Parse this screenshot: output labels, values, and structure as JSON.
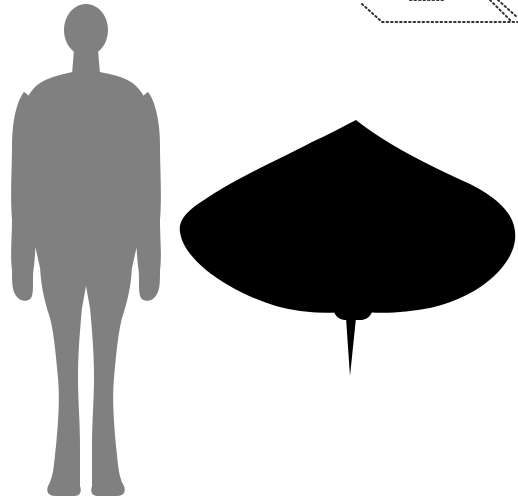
{
  "figure": {
    "subjects": [
      {
        "kind": "human-silhouette",
        "color": "#808080"
      },
      {
        "kind": "stingray-silhouette",
        "color": "#000000"
      }
    ],
    "inset_outline": {
      "kind": "dotted-box-partial",
      "color": "#333333"
    }
  }
}
